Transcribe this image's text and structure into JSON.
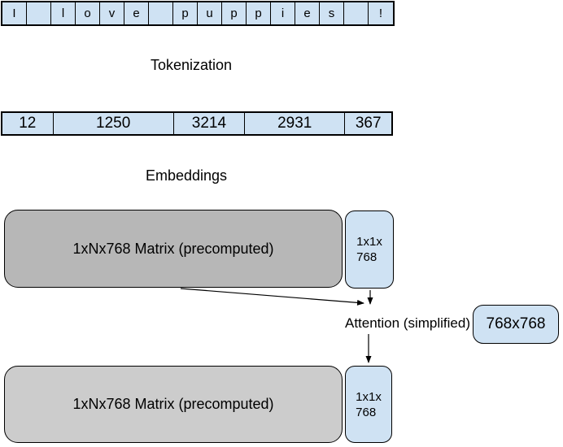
{
  "colors": {
    "cell_fill": "#cfe2f3",
    "matrix_top_fill": "#b7b7b7",
    "matrix_bottom_fill": "#cccccc",
    "outline": "#000000"
  },
  "character_row": {
    "cells": [
      "I",
      " ",
      "l",
      "o",
      "v",
      "e",
      " ",
      "p",
      "u",
      "p",
      "p",
      "i",
      "e",
      "s",
      " ",
      "!"
    ]
  },
  "tokenization_label": "Tokenization",
  "token_row": {
    "tokens": [
      "12",
      "1250",
      "3214",
      "2931",
      "367"
    ]
  },
  "embeddings_label": "Embeddings",
  "top_matrix": {
    "label": "1xNx768 Matrix (precomputed)"
  },
  "top_vector": {
    "line1": "1x1x",
    "line2": "768"
  },
  "attention": {
    "label": "Attention (simplified)",
    "weights_label": "768x768"
  },
  "bottom_matrix": {
    "label": "1xNx768 Matrix (precomputed)"
  },
  "bottom_vector": {
    "line1": "1x1x",
    "line2": "768"
  }
}
